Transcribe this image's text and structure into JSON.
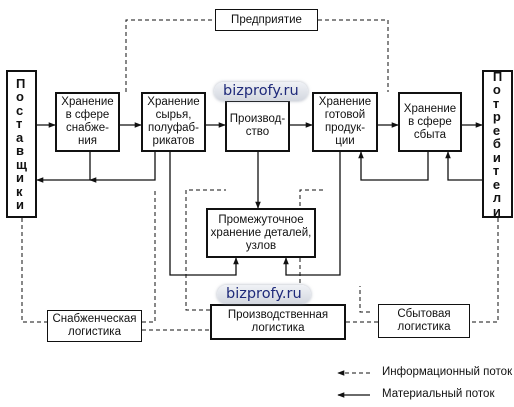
{
  "diagram": {
    "nodes": {
      "enterprise": "Предприятие",
      "suppliers": "Поставщики",
      "consumers": "Потребители",
      "storage_supply": "Хранение\nв сфере\nснабже-\nния",
      "storage_raw": "Хранение\nсырья,\nполуфаб-\nрикатов",
      "production": "Производ-\nство",
      "storage_finished": "Хранение\nготовой\nпродук-\nции",
      "storage_sales": "Хранение\nв сфере\nсбыта",
      "intermediate": "Промежуточное\nхранение деталей,\nузлов",
      "supply_log": "Снабженческая\nлогистика",
      "prod_log": "Производственная\nлогистика",
      "sales_log": "Сбытовая\nлогистика"
    },
    "watermark": "bizprofy.ru",
    "legend": {
      "info_flow": "Информационный поток",
      "material_flow": "Материальный поток"
    }
  }
}
